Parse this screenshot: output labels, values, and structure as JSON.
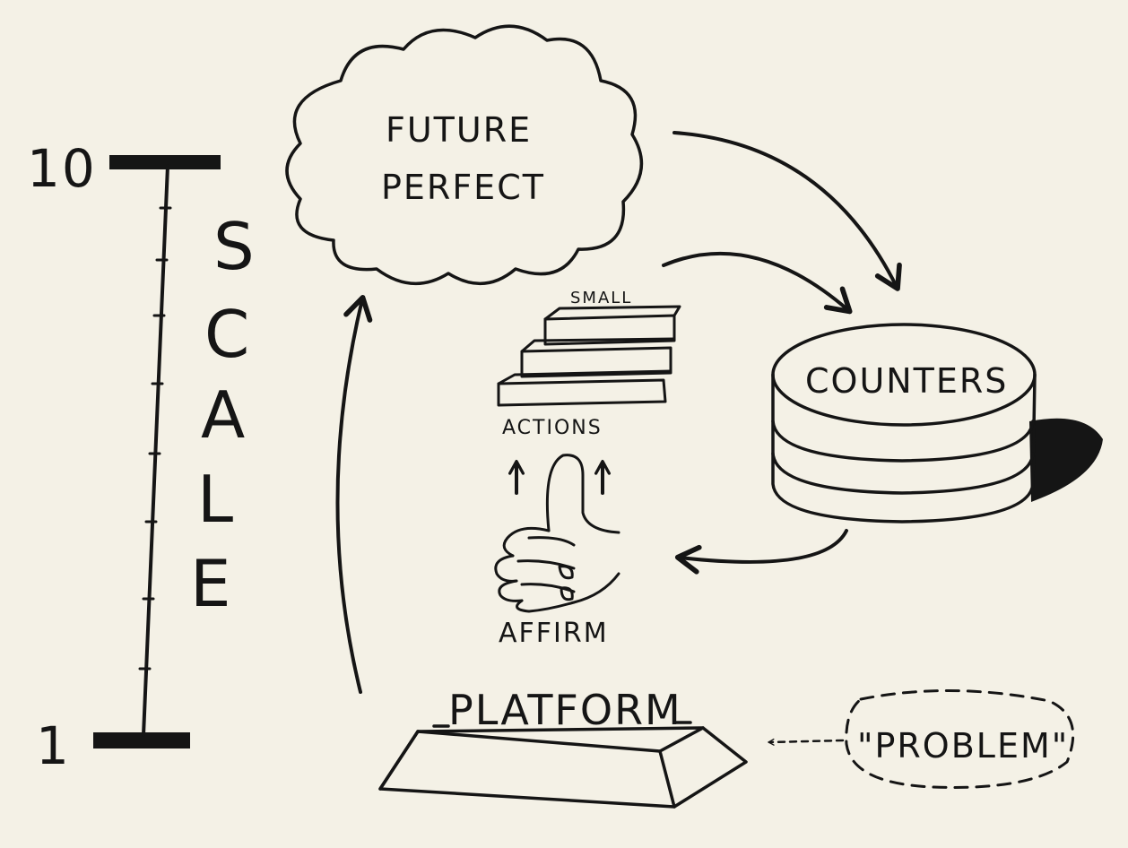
{
  "scale": {
    "top_label": "10",
    "bottom_label": "1",
    "letters": [
      "S",
      "C",
      "A",
      "L",
      "E"
    ]
  },
  "nodes": {
    "future_perfect_line1": "FUTURE",
    "future_perfect_line2": "PERFECT",
    "counters": "COUNTERS",
    "small": "SMALL",
    "actions": "ACTIONS",
    "affirm": "AFFIRM",
    "platform": "PLATFORM",
    "problem": "\"PROBLEM\""
  },
  "colors": {
    "ink": "#151515",
    "paper": "#f4f1e6"
  }
}
